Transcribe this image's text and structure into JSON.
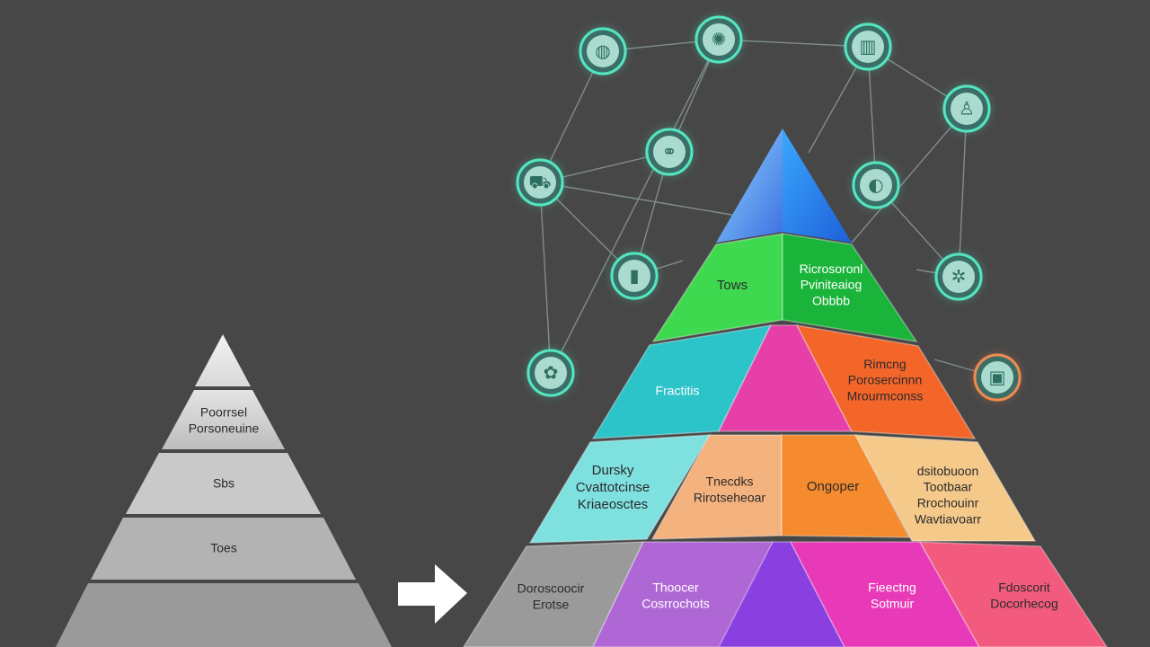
{
  "left_pyramid": {
    "tiers": [
      {
        "lines": []
      },
      {
        "lines": [
          "Poorrsel",
          "Porsoneuine"
        ]
      },
      {
        "lines": [
          "Sbs"
        ]
      },
      {
        "lines": [
          "Toes"
        ]
      },
      {
        "lines": []
      }
    ]
  },
  "right_pyramid": {
    "tiers": [
      {
        "lines": [
          "Tows"
        ],
        "color": "#3fd94f"
      },
      {
        "lines": [
          "Ricrosoronl",
          "Pviniteaiog",
          "Obbbb"
        ],
        "color": "#1bb43a"
      },
      {
        "lines": [
          "Fractitis"
        ],
        "color": "#2cc4c8"
      },
      {
        "lines": [],
        "color": "#e63fa8"
      },
      {
        "lines": [
          "Rimcng",
          "Porosercinnn",
          "Mrourmconss"
        ],
        "color": "#f4652a"
      },
      {
        "lines": [
          "Dursky",
          "Cvattotcinse",
          "Kriaeosctes"
        ],
        "color": "#7fe0e0"
      },
      {
        "lines": [
          "Tnecdks",
          "Rirotseheoar"
        ],
        "color": "#f3b27e"
      },
      {
        "lines": [
          "Ongoper"
        ],
        "color": "#f58a2e"
      },
      {
        "lines": [
          "dsitobuoon",
          "Tootbaar",
          "Rrochouinr",
          "Wavtiavoarr"
        ],
        "color": "#f5c98a"
      },
      {
        "lines": [
          "Doroscoocir",
          "Erotse"
        ],
        "color": "#9a9a9a"
      },
      {
        "lines": [
          "Thoocer",
          "Cosrrochots"
        ],
        "color": "#b067d6"
      },
      {
        "lines": [],
        "color": "#8a3fe0"
      },
      {
        "lines": [
          "Fieectng",
          "Sotmuir"
        ],
        "color": "#e83ab8"
      },
      {
        "lines": [
          "Fdoscorit",
          "Docorhecog"
        ],
        "color": "#f25b7e"
      }
    ]
  },
  "network": {
    "nodes": [
      {
        "icon": "globe-icon",
        "accent": "#54e6c0"
      },
      {
        "icon": "gear-network-icon",
        "accent": "#54e6c0"
      },
      {
        "icon": "building-icon",
        "accent": "#54e6c0"
      },
      {
        "icon": "person-icon",
        "accent": "#54e6c0"
      },
      {
        "icon": "handshake-icon",
        "accent": "#54e6c0"
      },
      {
        "icon": "world-icon",
        "accent": "#54e6c0"
      },
      {
        "icon": "cart-icon",
        "accent": "#54e6c0"
      },
      {
        "icon": "bar-chart-icon",
        "accent": "#54e6c0"
      },
      {
        "icon": "team-icon",
        "accent": "#54e6c0"
      },
      {
        "icon": "puzzle-icon",
        "accent": "#54e6c0"
      },
      {
        "icon": "image-icon",
        "accent": "#f08a4e"
      }
    ]
  },
  "arrow": {
    "icon": "right-arrow-icon",
    "color": "#ffffff"
  }
}
